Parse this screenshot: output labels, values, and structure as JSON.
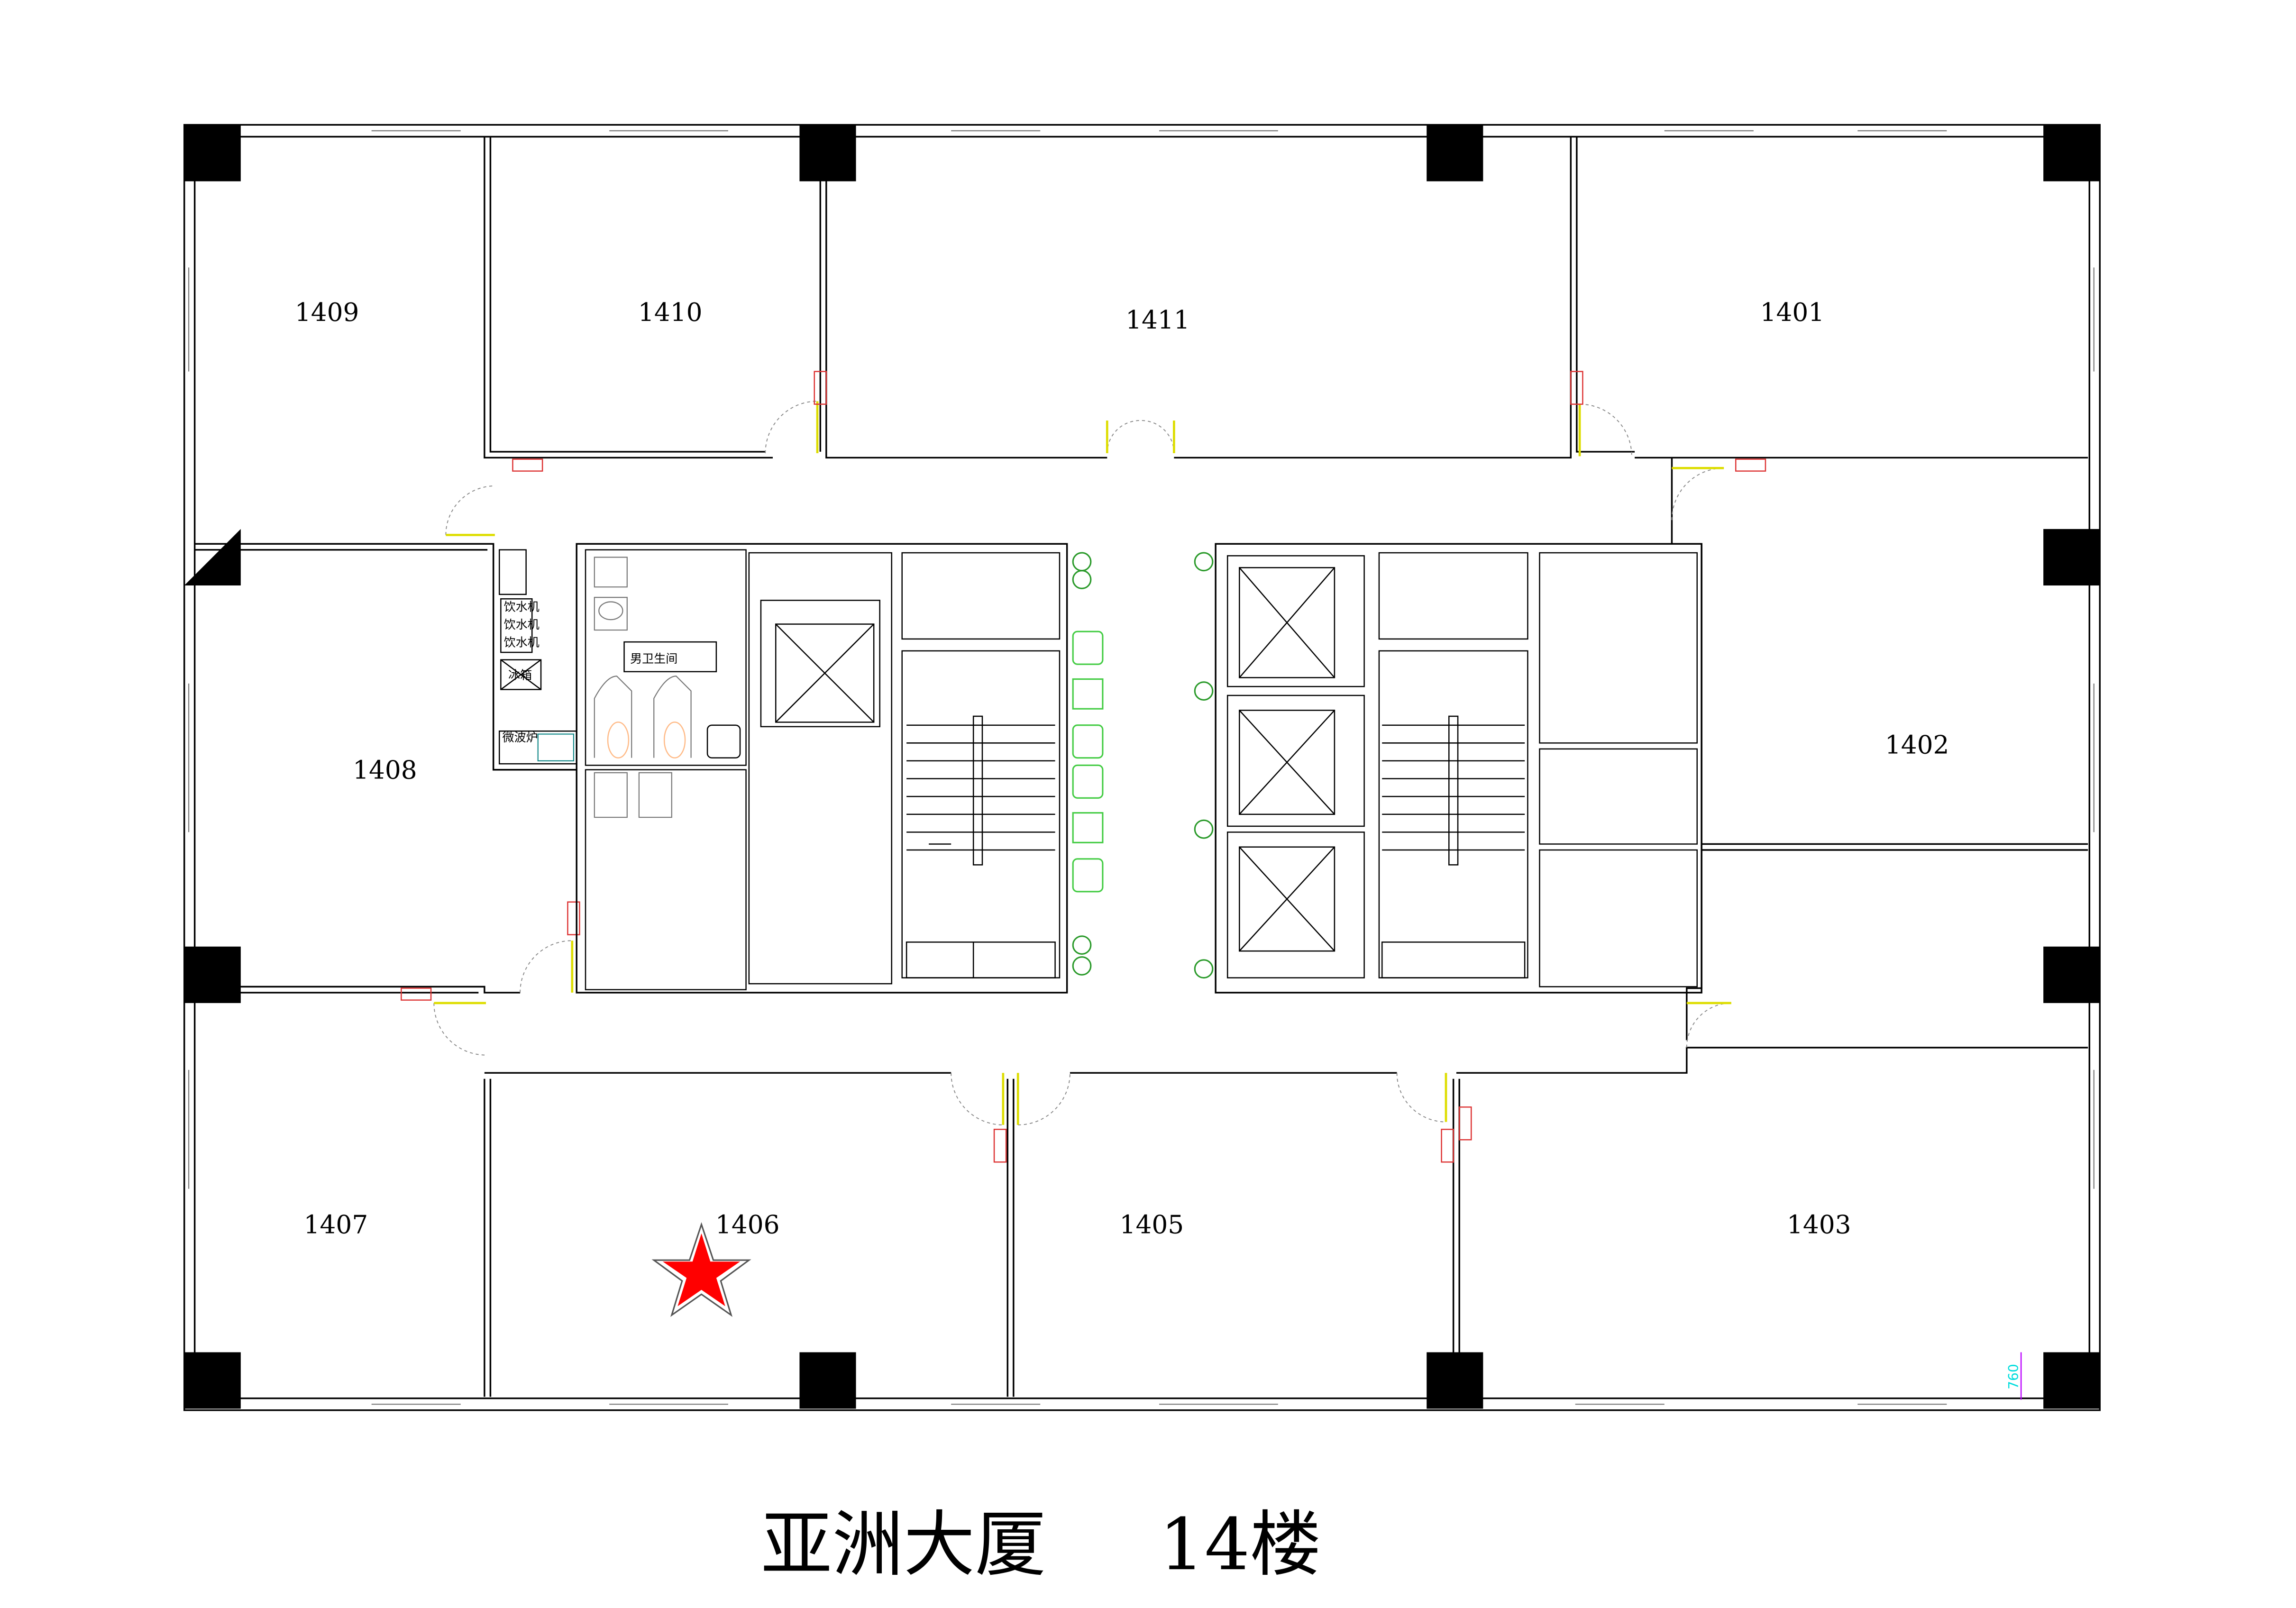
{
  "title": {
    "building": "亚洲大厦",
    "floor": "14楼"
  },
  "rooms": {
    "r1401": "1401",
    "r1402": "1402",
    "r1403": "1403",
    "r1405": "1405",
    "r1406": "1406",
    "r1407": "1407",
    "r1408": "1408",
    "r1409": "1409",
    "r1410": "1410",
    "r1411": "1411"
  },
  "restroom_label": "男卫生间",
  "appliances": {
    "water_dispenser": "饮水机",
    "fridge": "冰箱",
    "microwave": "微波炉"
  },
  "dimension": "760",
  "marker": {
    "room": "1406",
    "color": "#ff0000"
  }
}
